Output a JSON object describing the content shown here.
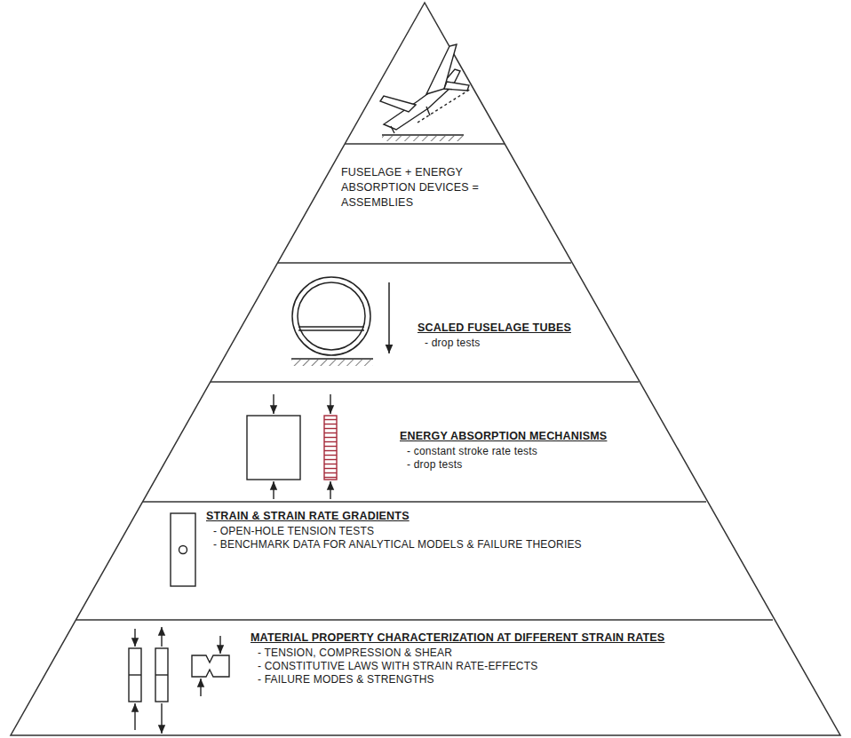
{
  "diagram": {
    "nodes": [
      {
        "text": [
          "FUSELAGE + ENERGY ABSORPTION DEVICES = ASSEMBLIES"
        ]
      },
      {
        "text": [
          "SCALED FUSELAGE TUBES",
          "- drop tests"
        ]
      },
      {
        "text": [
          "ENERGY ABSORPTION MECHANISMS",
          "- constant stroke rate tests",
          "- drop tests"
        ]
      },
      {
        "text": [
          "STRAIN & STRAIN RATE GRADIENTS",
          "- OPEN-HOLE TENSION TESTS",
          "- BENCHMARK DATA FOR ANALYTICAL MODELS & FAILURE THEORIES"
        ]
      },
      {
        "text": [
          "MATERIAL PROPERTY CHARACTERIZATION AT DIFFERENT STRAIN RATES",
          "- TENSION, COMPRESSION & SHEAR",
          "- CONSTITUTIVE LAWS WITH STRAIN RATE-EFFECTS",
          "- FAILURE MODES & STRENGTHS"
        ]
      }
    ]
  }
}
